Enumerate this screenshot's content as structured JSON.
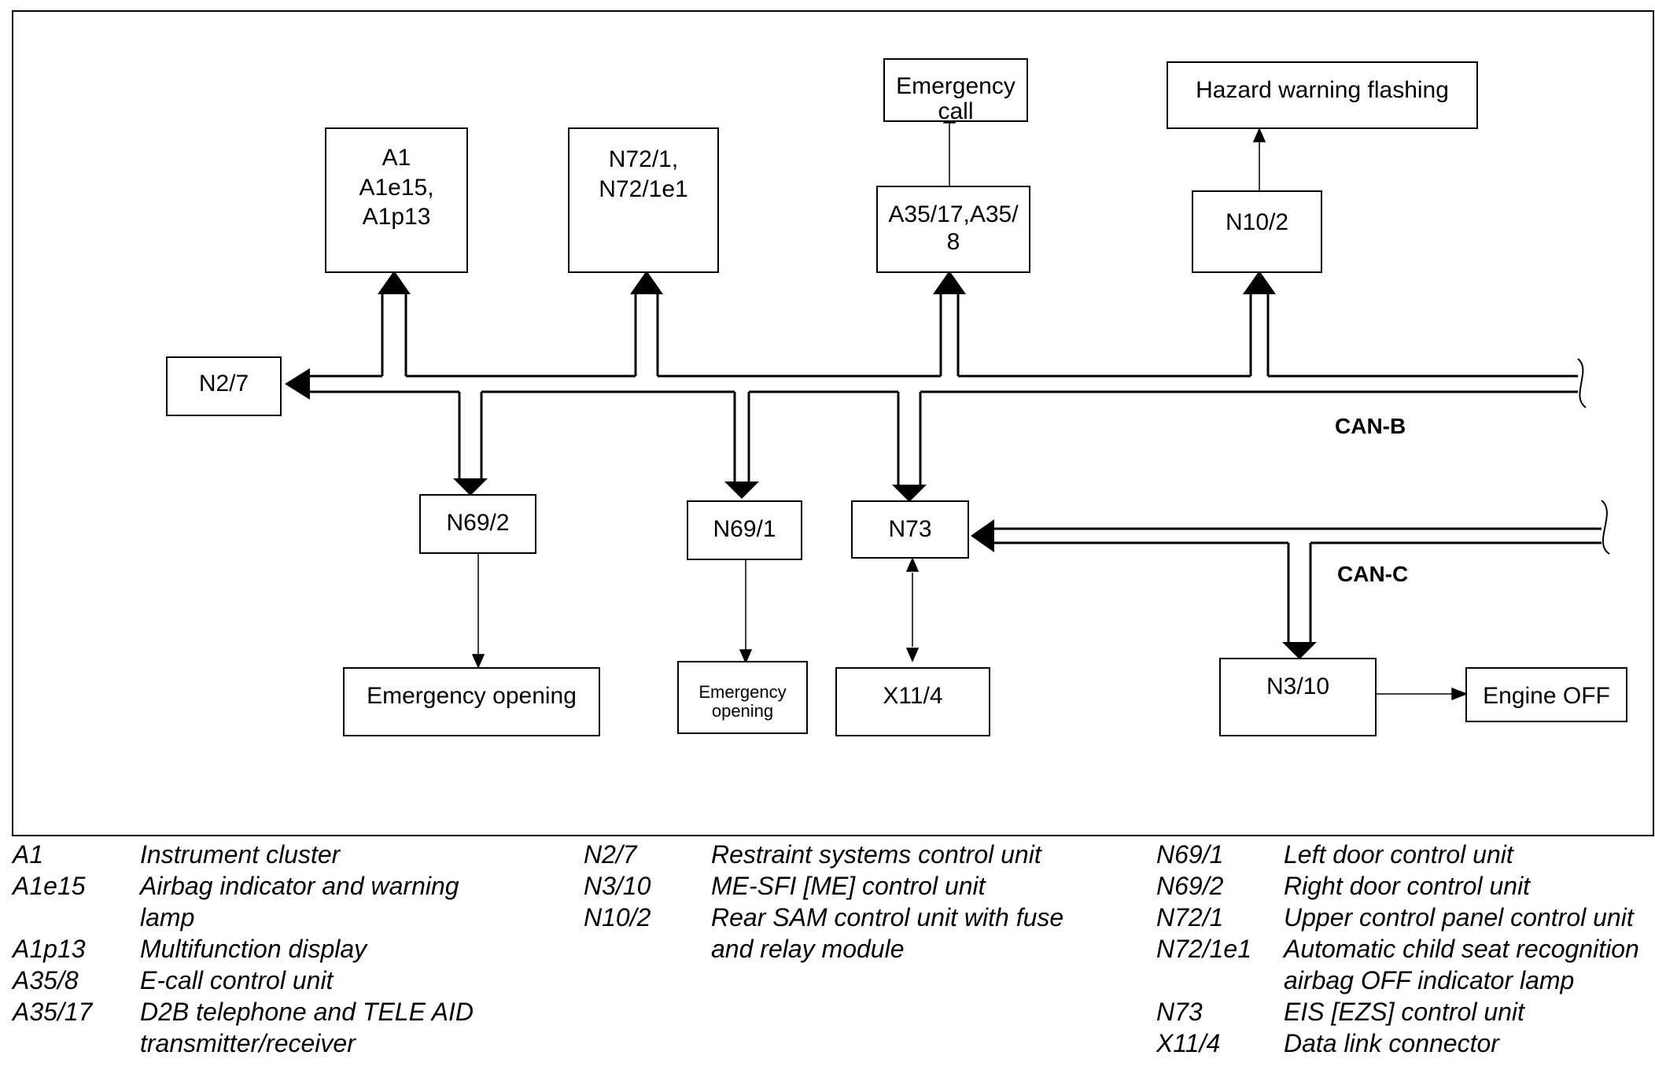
{
  "diagram": {
    "boxes": {
      "a1": "A1\nA1e15,\nA1p13",
      "n72": "N72/1,\nN72/1e1",
      "emergency_call": "Emergency\ncall",
      "a35": "A35/17,A35/\n8",
      "hazard": "Hazard warning flashing",
      "n10_2": "N10/2",
      "n2_7": "N2/7",
      "n69_2": "N69/2",
      "n69_1": "N69/1",
      "n73": "N73",
      "emergency_opening_right": "Emergency opening",
      "emergency_opening_left": "Emergency\nopening",
      "x11_4": "X11/4",
      "n3_10": "N3/10",
      "engine_off": "Engine OFF"
    },
    "bus_labels": {
      "can_b": "CAN-B",
      "can_c": "CAN-C"
    }
  },
  "legend": {
    "col1": [
      {
        "code": "A1",
        "desc": "Instrument cluster"
      },
      {
        "code": "A1e15",
        "desc": "Airbag indicator and warning"
      },
      {
        "code": "",
        "desc": "lamp"
      },
      {
        "code": "A1p13",
        "desc": "Multifunction display"
      },
      {
        "code": "A35/8",
        "desc": "E-call control unit"
      },
      {
        "code": "A35/17",
        "desc": "D2B telephone and TELE AID"
      },
      {
        "code": "",
        "desc": "transmitter/receiver"
      }
    ],
    "col2": [
      {
        "code": "N2/7",
        "desc": "Restraint systems control unit"
      },
      {
        "code": "N3/10",
        "desc": "ME-SFI [ME] control unit"
      },
      {
        "code": "N10/2",
        "desc": "Rear SAM control unit with fuse"
      },
      {
        "code": "",
        "desc": "and relay module"
      }
    ],
    "col3": [
      {
        "code": "N69/1",
        "desc": "Left door control unit"
      },
      {
        "code": "N69/2",
        "desc": "Right door control unit"
      },
      {
        "code": "N72/1",
        "desc": "Upper control panel control unit"
      },
      {
        "code": "N72/1e1",
        "desc": "Automatic child seat recognition"
      },
      {
        "code": "",
        "desc": "airbag OFF indicator lamp"
      },
      {
        "code": "N73",
        "desc": "EIS [EZS] control unit"
      },
      {
        "code": "X11/4",
        "desc": "Data link connector"
      }
    ]
  }
}
